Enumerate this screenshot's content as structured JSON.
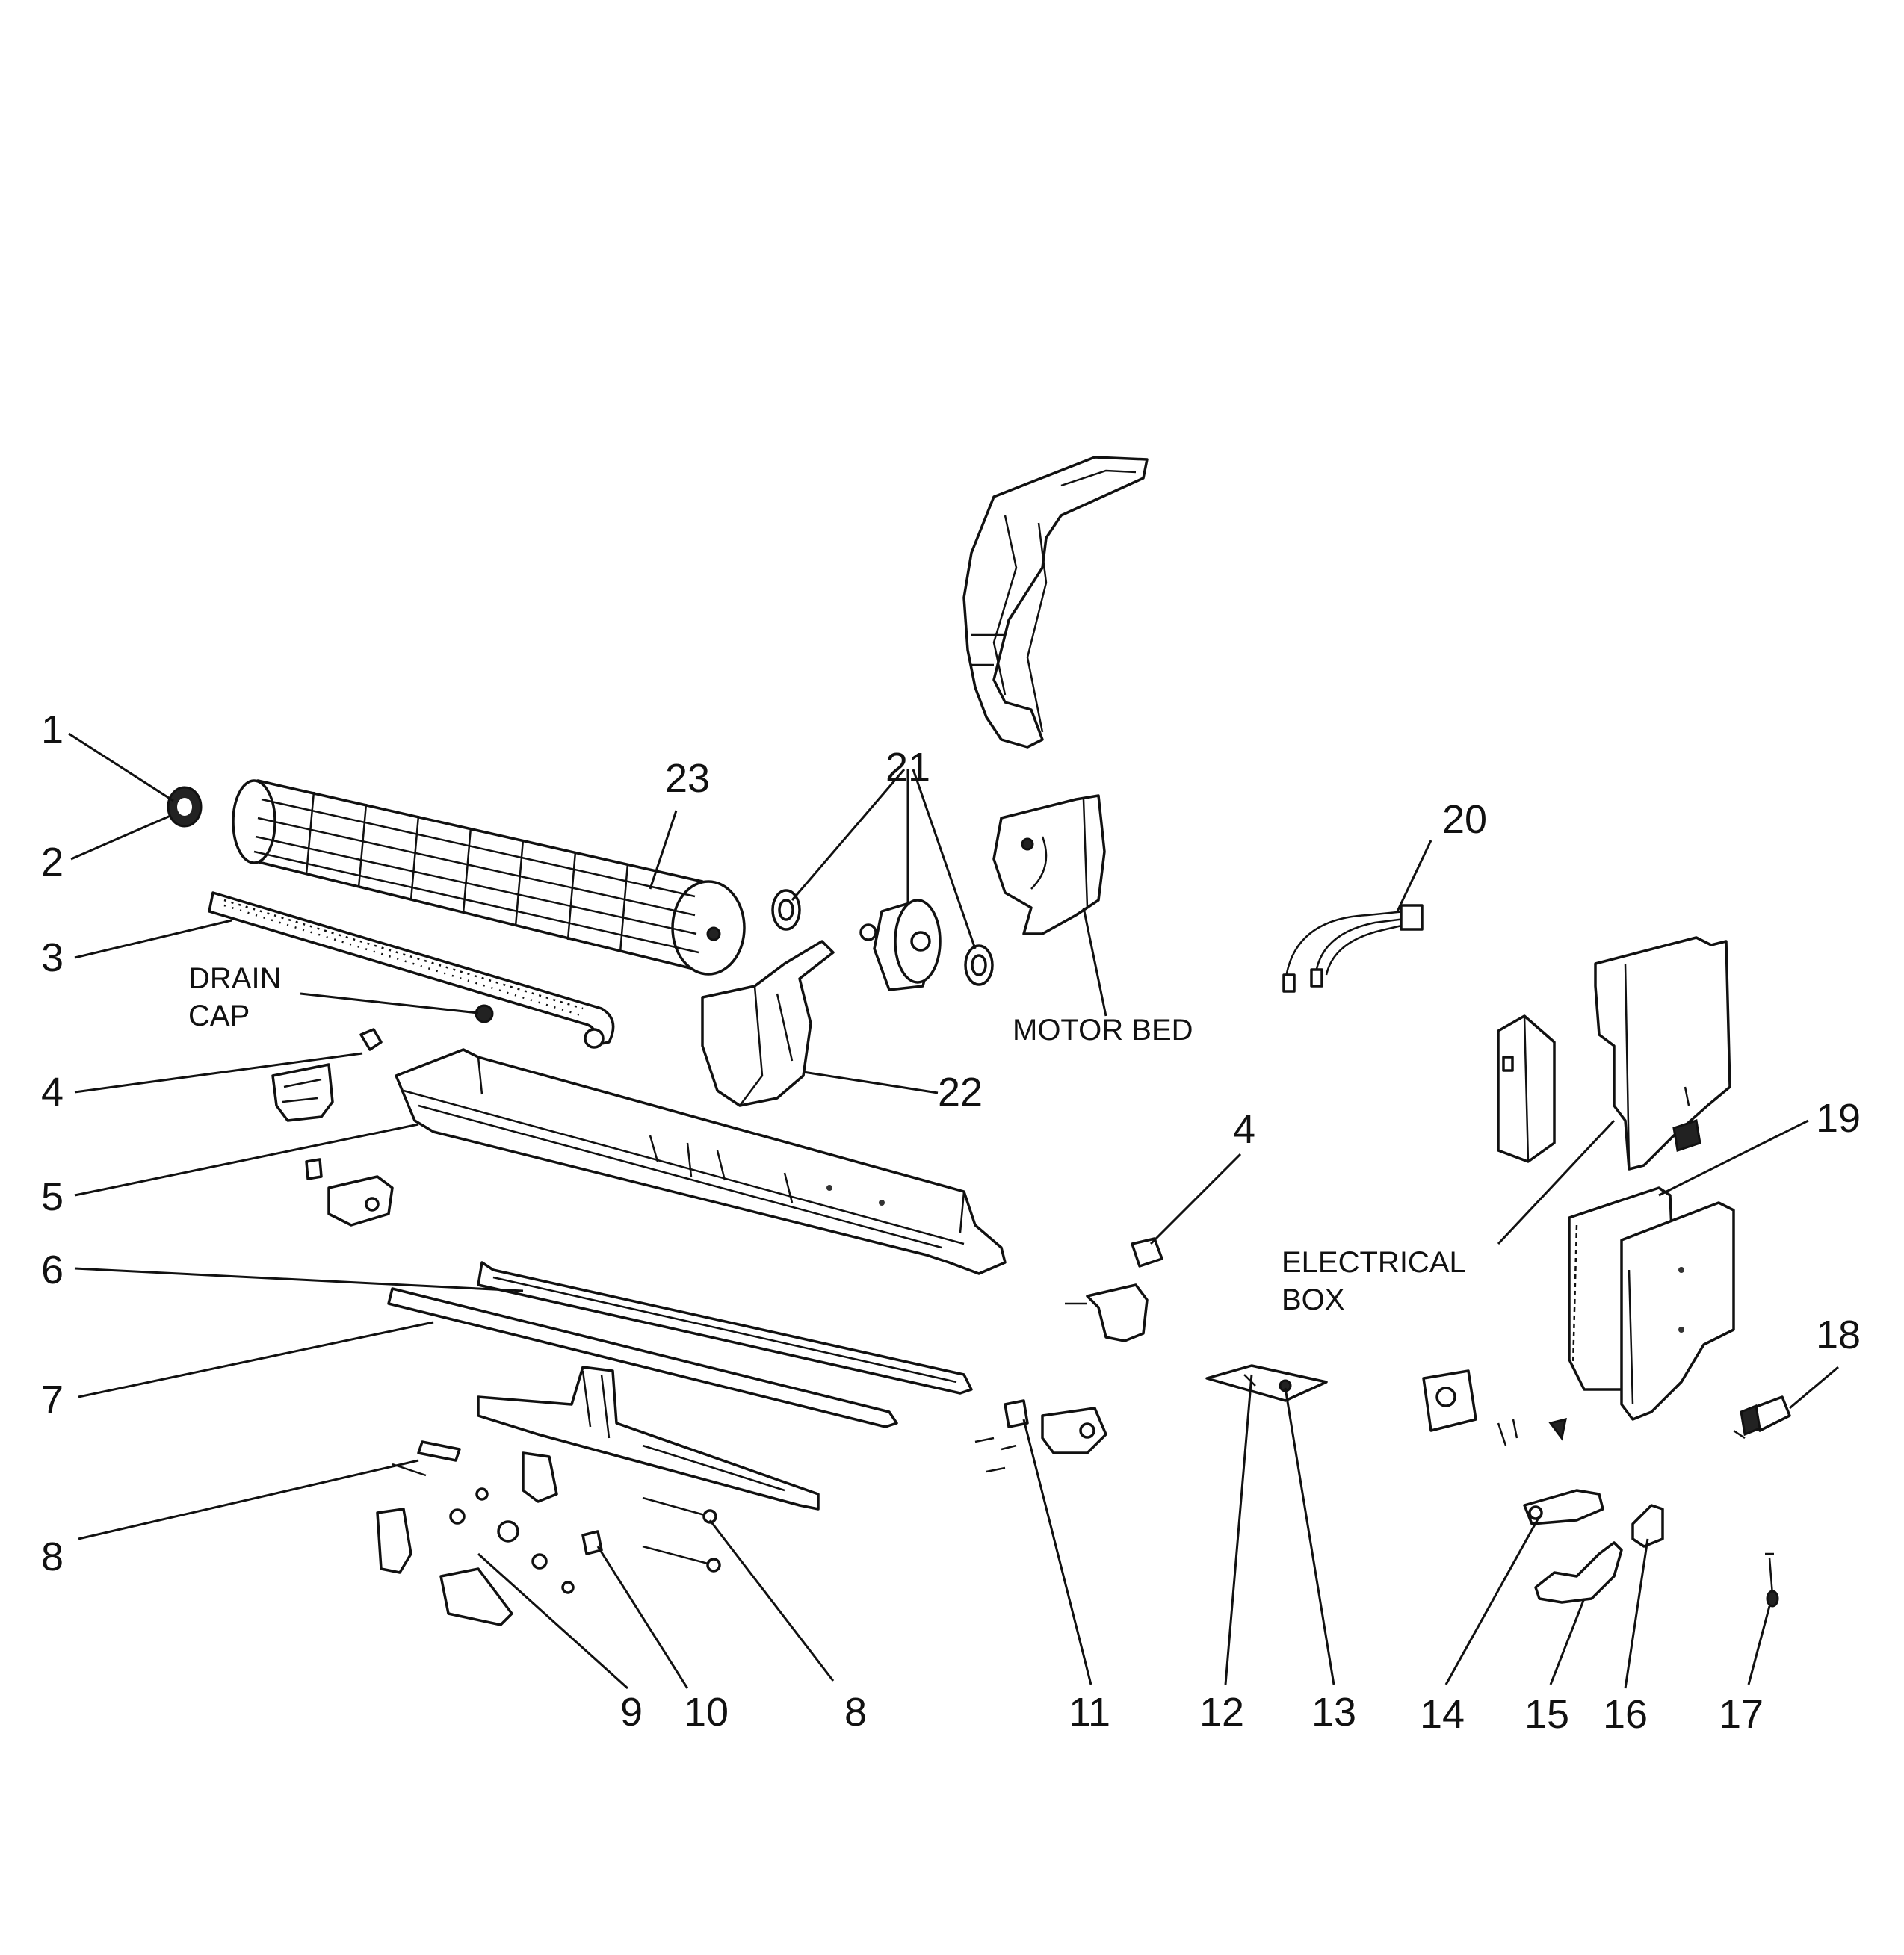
{
  "callouts": {
    "n1": "1",
    "n2": "2",
    "n3": "3",
    "n4a": "4",
    "n4b": "4",
    "n5": "5",
    "n6": "6",
    "n7": "7",
    "n8a": "8",
    "n8b": "8",
    "n9": "9",
    "n10": "10",
    "n11": "11",
    "n12": "12",
    "n13": "13",
    "n14": "14",
    "n15": "15",
    "n16": "16",
    "n17": "17",
    "n18": "18",
    "n19": "19",
    "n20": "20",
    "n21": "21",
    "n22": "22",
    "n23": "23"
  },
  "labels": {
    "drain_cap_1": "DRAIN",
    "drain_cap_2": "CAP",
    "motor_bed": "MOTOR BED",
    "electrical_box_1": "ELECTRICAL",
    "electrical_box_2": "BOX"
  }
}
